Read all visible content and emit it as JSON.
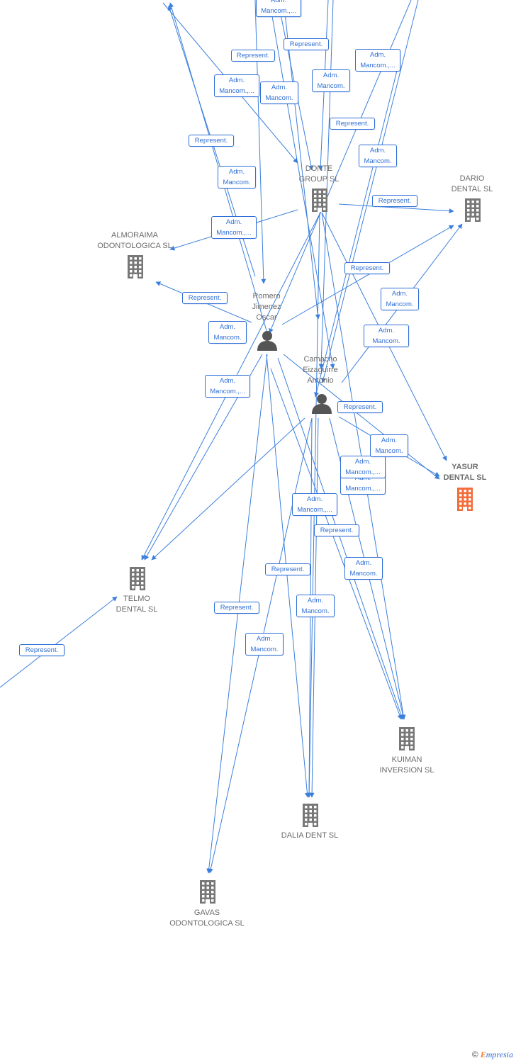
{
  "colors": {
    "edge": "#3b7fdc",
    "building": "#777777",
    "target": "#f36c3a",
    "person": "#555555"
  },
  "nodes": {
    "donte": {
      "label": "DONTE\nGROUP  SL",
      "icon": "building-icon"
    },
    "dario": {
      "label": "DARIO\nDENTAL SL",
      "icon": "building-icon"
    },
    "almoraima": {
      "label": "ALMORAIMA\nODONTOLOGICA SL",
      "icon": "building-icon"
    },
    "romero": {
      "label": "Romero\nJimenez\nOscar",
      "icon": "person-icon"
    },
    "camacho": {
      "label": "Camacho\nEizaguirre\nAntonio",
      "icon": "person-icon"
    },
    "yasur": {
      "label": "YASUR\nDENTAL  SL",
      "icon": "building-icon"
    },
    "telmo": {
      "label": "TELMO\nDENTAL SL",
      "icon": "building-icon"
    },
    "kuiman": {
      "label": "KUIMAN\nINVERSION SL",
      "icon": "building-icon"
    },
    "dalia": {
      "label": "DALIA DENT SL",
      "icon": "building-icon"
    },
    "gavas": {
      "label": "GAVAS\nODONTOLOGICA SL",
      "icon": "building-icon"
    }
  },
  "edge_labels": [
    "Adm.\nMancom.,...",
    "Represent.",
    "Represent.",
    "Adm.\nMancom.,...",
    "Adm.\nMancom.,...",
    "Adm.\nMancom.",
    "Adm.\nMancom.",
    "Represent.",
    "Represent.",
    "Adm.\nMancom.",
    "Adm.\nMancom.",
    "Adm.\nMancom.,...",
    "Adm.\nMancom.,...",
    "Represent.",
    "Represent.",
    "Adm.\nMancom.",
    "Adm.\nMancom.",
    "Adm.\nMancom.,...",
    "Adm.\nMancom.,...",
    "Represent.",
    "Represent.",
    "Adm.\nMancom.",
    "Adm.\nMancom.,...",
    "Adm.\nMancom.",
    "Adm.\nMancom.,...",
    "Represent.",
    "Represent.",
    "Adm.\nMancom.",
    "Adm.\nMancom.",
    "Represent.",
    "Adm.\nMancom.",
    "Represent."
  ],
  "footer": {
    "copyright": "©",
    "brand_initial": "E",
    "brand_rest": "mpresia"
  }
}
